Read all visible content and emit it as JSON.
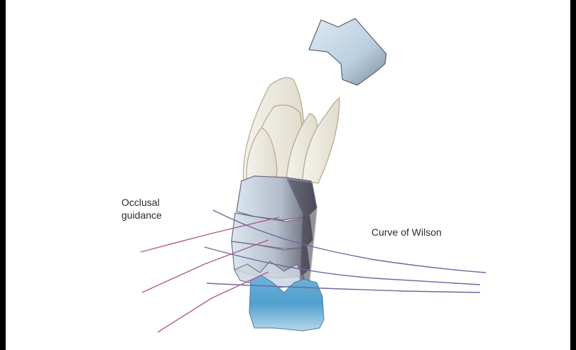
{
  "labels": {
    "occlusal_line1": "Occlusal",
    "occlusal_line2": "guidance",
    "curve_of_wilson": "Curve of Wilson"
  },
  "colors": {
    "background": "#ffffff",
    "frame": "#000000",
    "tooth_outline": "#a89a76",
    "crown_outline": "#6f6380",
    "wilson_curve": "#6e6a9e",
    "occlusal_guidance": "#b35a8e",
    "upper_cusp_fill": "#c7dcea",
    "lower_cusp_fill": "#4f9fcd"
  }
}
